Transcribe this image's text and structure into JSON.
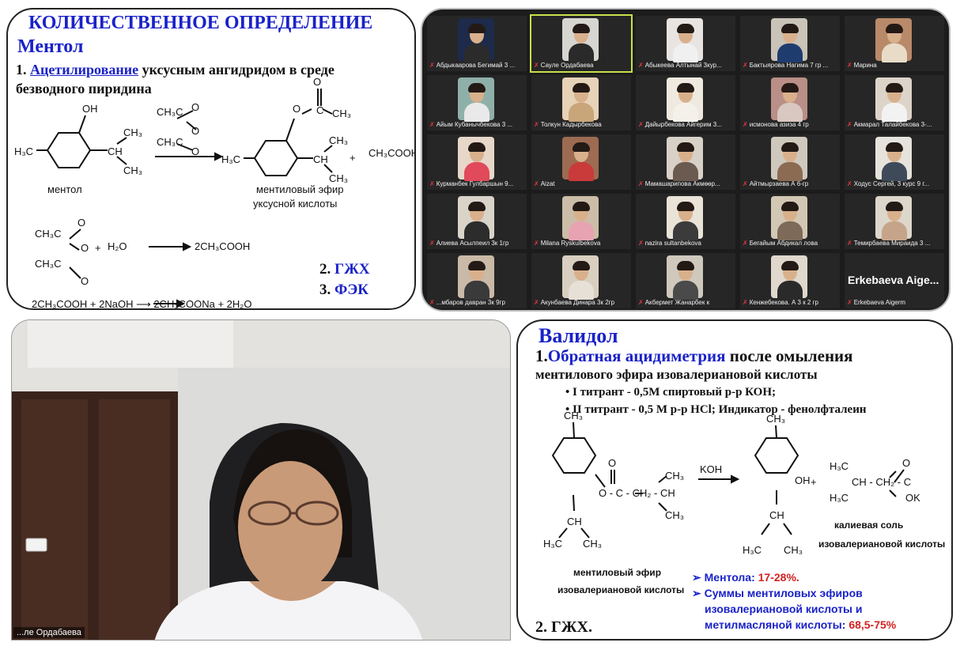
{
  "slide1": {
    "title": "КОЛИЧЕСТВЕННОЕ ОПРЕДЕЛЕНИЕ",
    "subtitle": "Ментол",
    "method_num": "1.",
    "method_name": "Ацетилирование",
    "method_rest": " уксусным ангидридом в среде",
    "method_line2": "безводного пиридина",
    "label_menthol": "ментол",
    "label_ester1": "ментиловый эфир",
    "label_ester2": "уксусной кислоты",
    "plus": "+",
    "ch3cooh": "CH₃COOH",
    "h2o": "H₂O",
    "eq2_product": "2CH₃COOH",
    "eq3": "2CH₃COOH  +  2NaOH  ⟶  2CH₃COONa  +  2H₂O",
    "list": [
      {
        "num": "2.",
        "text": "ГЖХ"
      },
      {
        "num": "3.",
        "text": "ФЭК"
      }
    ]
  },
  "participants": [
    {
      "name": "Абдыкаарова Бегимай 3 ...",
      "bg": "#1d2a4a",
      "shirt": "#2b2b2b"
    },
    {
      "name": "Сауле Ордабаева",
      "bg": "#d7d5d0",
      "shirt": "#2a2a2a",
      "active": true
    },
    {
      "name": "Абыкеева Алтынай 3кур...",
      "bg": "#e8e4e2",
      "shirt": "#f0f0f0"
    },
    {
      "name": "Бактыярова Нагима 7 гр ...",
      "bg": "#c9c3b8",
      "shirt": "#1e3c6e"
    },
    {
      "name": "Марина",
      "bg": "#b98a6a",
      "shirt": "#e8dcc8"
    },
    {
      "name": "Айым Кубанычбекова 3 ...",
      "bg": "#8fb0a8",
      "shirt": "#e9e9e9"
    },
    {
      "name": "Толкун Кадырбекова",
      "bg": "#e6d2b6",
      "shirt": "#c9a57a"
    },
    {
      "name": "Дайырбекова Айгерим 3...",
      "bg": "#efe9df",
      "shirt": "#f4f1ea"
    },
    {
      "name": "исмонова азиза 4 гр",
      "bg": "#b98f87",
      "shirt": "#d9c8c2"
    },
    {
      "name": "Акмарал Талайбекова 3-...",
      "bg": "#ddd4c9",
      "shirt": "#f2f2f2"
    },
    {
      "name": "Курманбек Гулбаршын 9...",
      "bg": "#e7d7c9",
      "shirt": "#e04a5a"
    },
    {
      "name": "Aizat",
      "bg": "#9d6b52",
      "shirt": "#c93a3a"
    },
    {
      "name": "Мамашарипова Акмөөр...",
      "bg": "#d8d1c8",
      "shirt": "#6b5a50"
    },
    {
      "name": "Айтмырзаева А 6-гр",
      "bg": "#cfc8bd",
      "shirt": "#8b6b52"
    },
    {
      "name": "Ходус Сергей, 3 курс 9 г...",
      "bg": "#e6e3dc",
      "shirt": "#3e4a5a"
    },
    {
      "name": "Алиева Асылпеил 3к 1гр",
      "bg": "#d9d3c9",
      "shirt": "#2c2c2c"
    },
    {
      "name": "Milana Ryskulbekova",
      "bg": "#cbbda8",
      "shirt": "#e7a3b2"
    },
    {
      "name": "nazira sultanbekova",
      "bg": "#e9e3d8",
      "shirt": "#3b3b3b"
    },
    {
      "name": "Бегайым Абдикал лова",
      "bg": "#d2c7b3",
      "shirt": "#7d6a58"
    },
    {
      "name": "Темирбаева Мираида 3 ...",
      "bg": "#ddd6cb",
      "shirt": "#c6a48a"
    },
    {
      "name": "...мбаров давран 3к 9гр",
      "bg": "#c9b9a6",
      "shirt": "#3a3a3a"
    },
    {
      "name": "Акунбаева Динара 3к 2гр",
      "bg": "#d9cfc0",
      "shirt": "#e6e0d6"
    },
    {
      "name": "Акбермет Жанарбек к",
      "bg": "#cfc8bd",
      "shirt": "#4a4a4a"
    },
    {
      "name": "Кенжебекова. А 3 к 2 гр",
      "bg": "#e0d8cc",
      "shirt": "#2a2a2a"
    },
    {
      "name": "Erkebaeva Aigerm",
      "bg": "#262626",
      "shirt": "#262626",
      "name_only": "Erkebaeva  Aige..."
    }
  ],
  "video": {
    "speaker_name": "...ле Ордабаева"
  },
  "slide2": {
    "title": "Валидол",
    "h1_num": "1.",
    "h1_hl": "Обратная ацидиметрия",
    "h1_rest": " после омыления",
    "h2": "ментилового эфира изовалериановой кислоты",
    "bullets": [
      "•  I титрант - 0,5М спиртовый р-р КОН;",
      "•  II титрант - 0,5 М р-р HCl; Индикатор - фенолфталеин"
    ],
    "koh": "KOH",
    "label_ester1": "ментиловый эфир",
    "label_ester2": "изовалериановой кислоты",
    "label_salt1": "калиевая  соль",
    "label_salt2": "изовалериановой кислоты",
    "res1_label": "Ментола: ",
    "res1_val": "17-28%.",
    "res2_l1": "Суммы ментиловых эфиров",
    "res2_l2": "изовалериановой кислоты  и",
    "res2_l3": "метилмасляной кислоты: ",
    "res2_val": "68,5-75%",
    "footer": "2. ГЖХ."
  }
}
